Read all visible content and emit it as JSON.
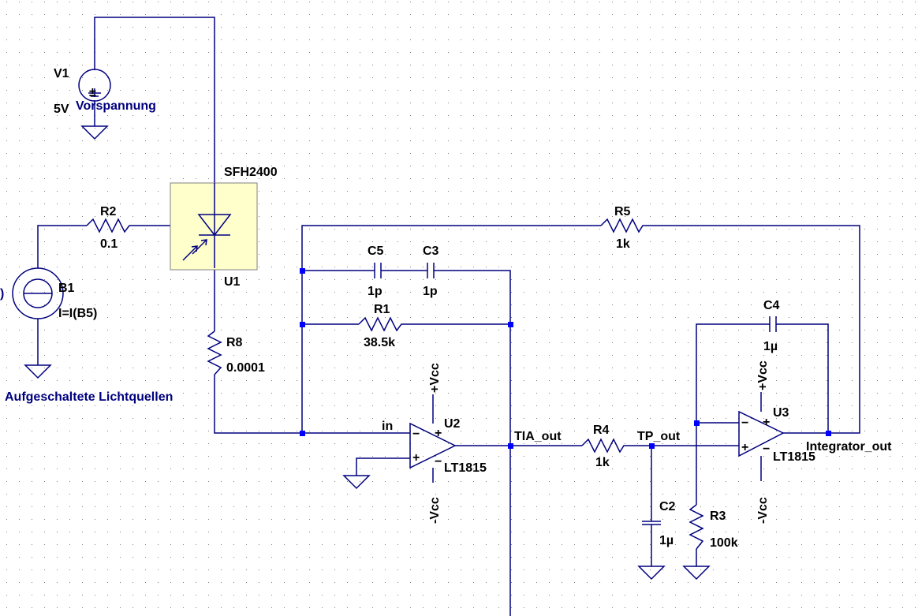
{
  "colors": {
    "wire": "#00007f",
    "junction": "#0000ff",
    "text": "#000000",
    "comment": "#00007f",
    "grid": "#7f7f7f",
    "background": "#ffffff",
    "photodiode_fill": "#ffffcc"
  },
  "components": {
    "v1": {
      "name": "V1",
      "value": "5V"
    },
    "u1": {
      "name": "U1",
      "model": "SFH2400"
    },
    "r2": {
      "name": "R2",
      "value": "0.1"
    },
    "b1": {
      "name": "B1",
      "value": "I=I(B5)"
    },
    "r8": {
      "name": "R8",
      "value": "0.0001"
    },
    "c5": {
      "name": "C5",
      "value": "1p"
    },
    "c3": {
      "name": "C3",
      "value": "1p"
    },
    "r1": {
      "name": "R1",
      "value": "38.5k"
    },
    "r5": {
      "name": "R5",
      "value": "1k"
    },
    "u2": {
      "name": "U2",
      "model": "LT1815"
    },
    "r4": {
      "name": "R4",
      "value": "1k"
    },
    "c2": {
      "name": "C2",
      "value": "1µ"
    },
    "r3": {
      "name": "R3",
      "value": "100k"
    },
    "c4": {
      "name": "C4",
      "value": "1µ"
    },
    "u3": {
      "name": "U3",
      "model": "LT1815"
    }
  },
  "supplies": {
    "pos": "+Vcc",
    "neg": "-Vcc"
  },
  "nets": {
    "in": "in",
    "tia_out": "TIA_out",
    "tp_out": "TP_out",
    "integrator_out": "Integrator_out"
  },
  "comments": {
    "bias": "Vorspannung",
    "light_sources": "Aufgeschaltete Lichtquellen",
    "edge_fragment": ")"
  },
  "opamp_pins": {
    "minus": "−",
    "plus": "+"
  }
}
